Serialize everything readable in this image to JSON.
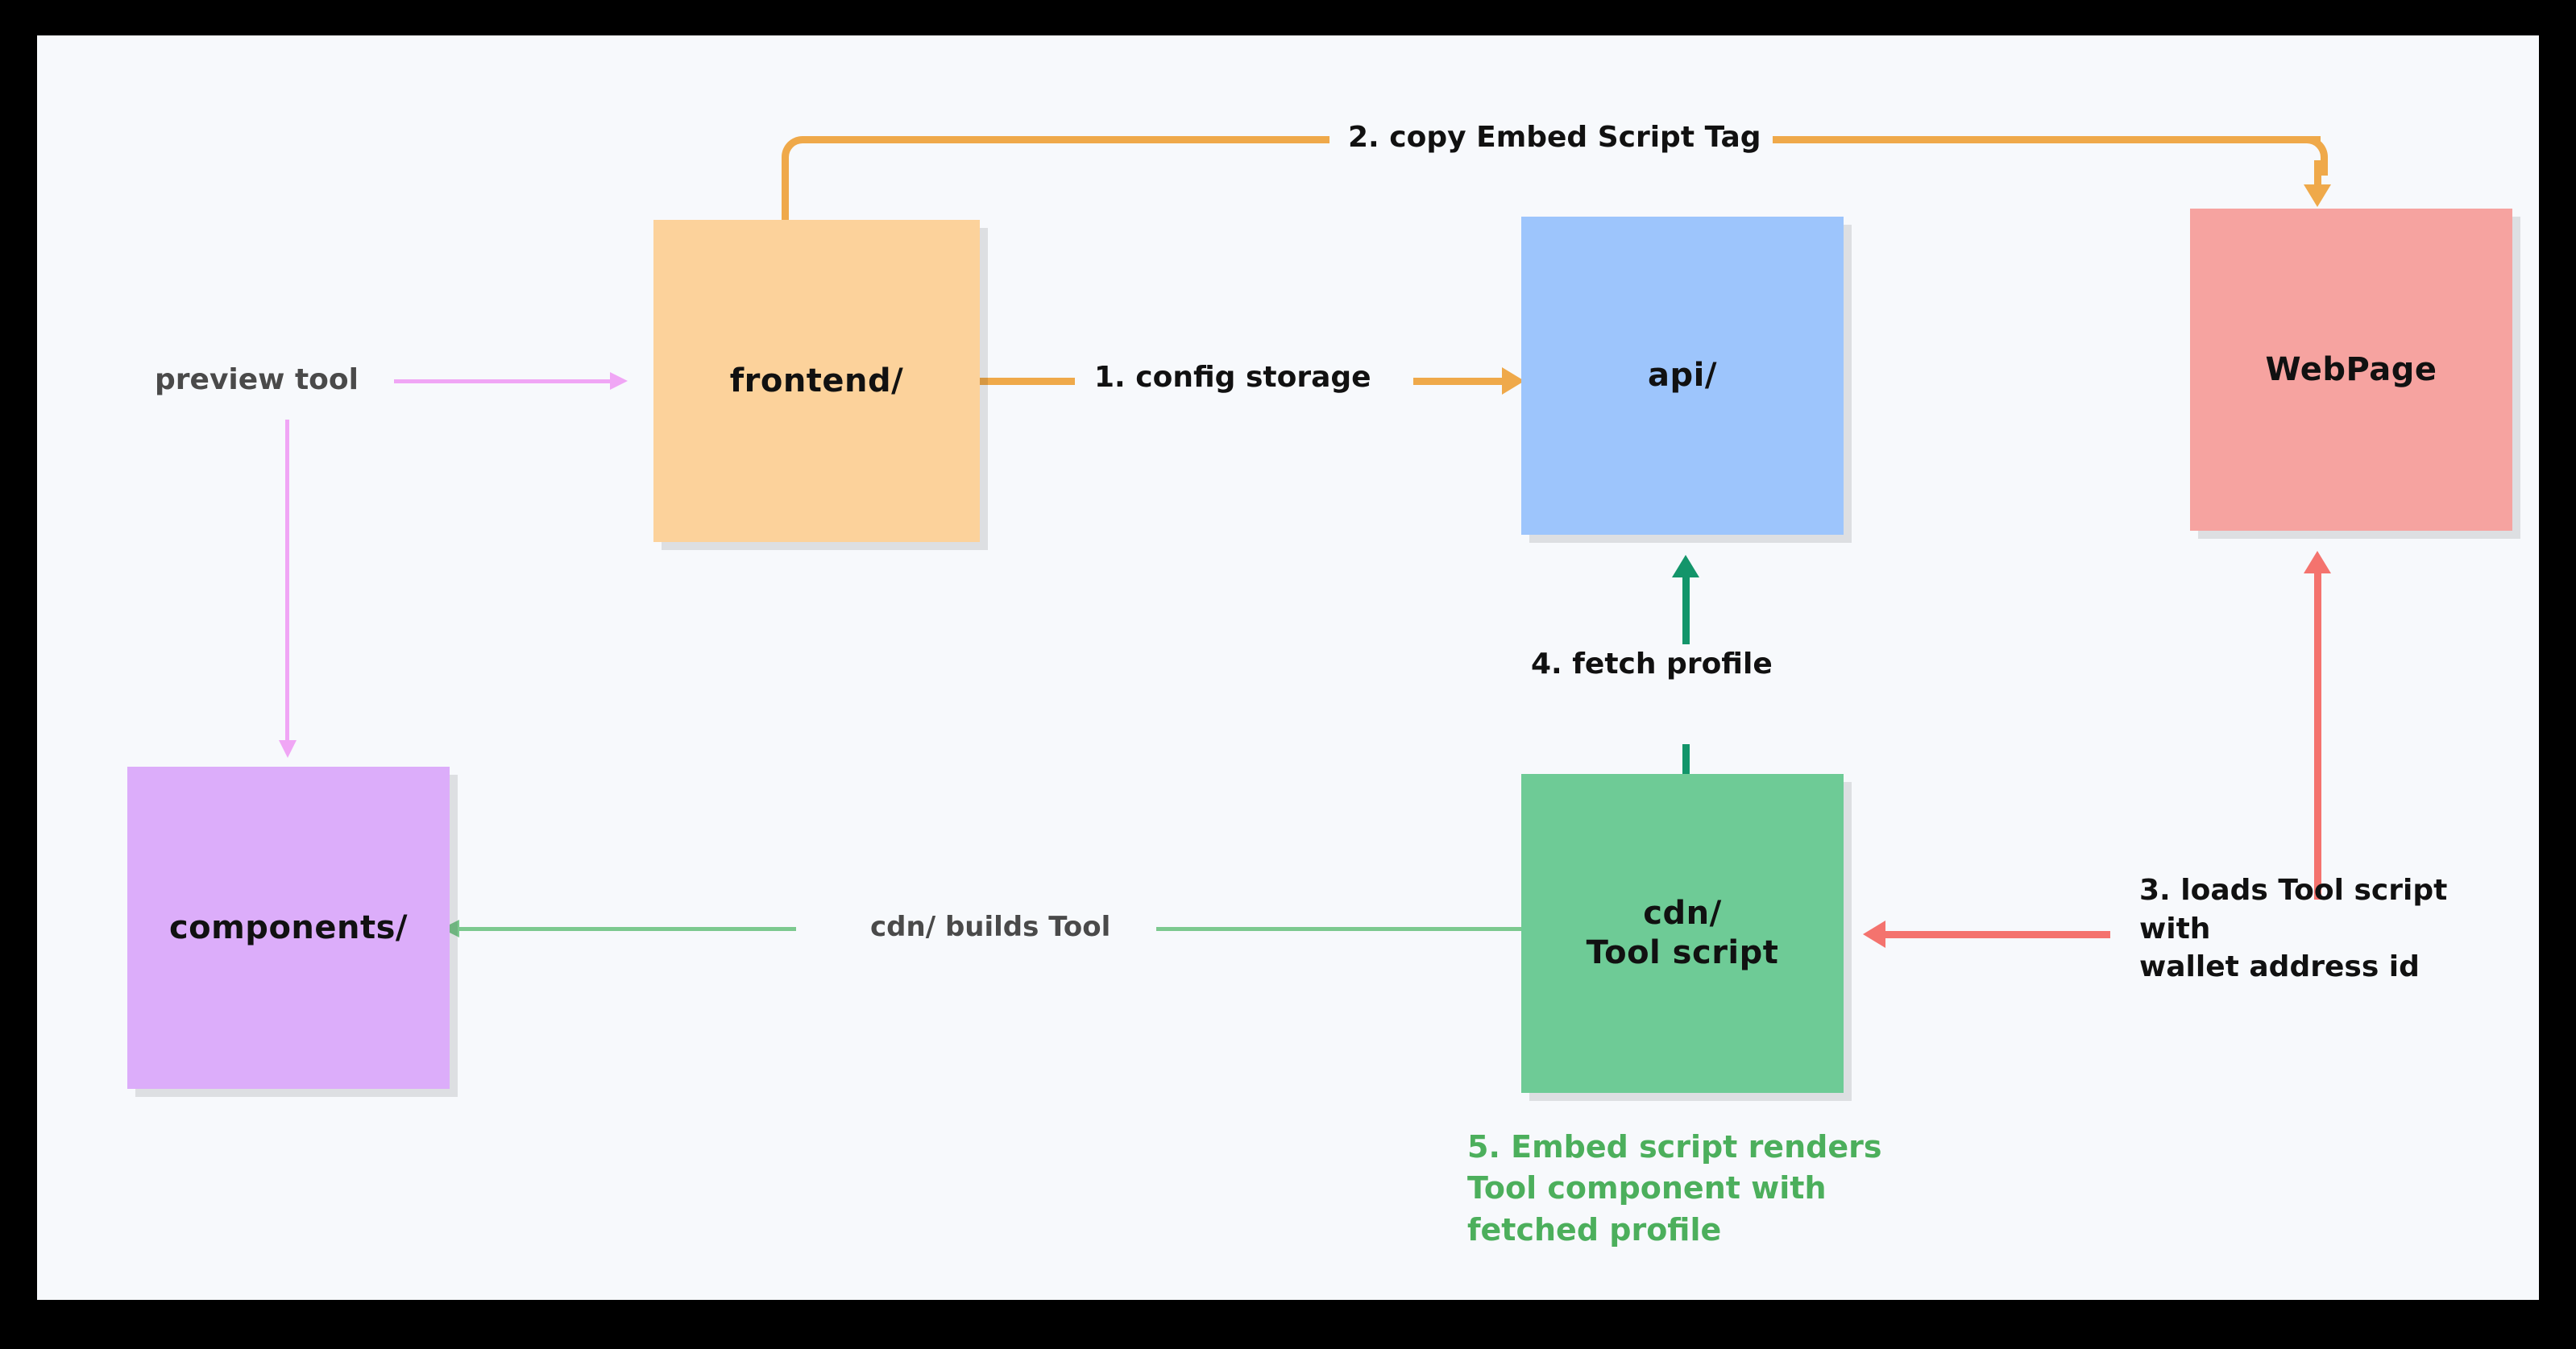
{
  "diagram": {
    "title": "Tool embed architecture flow",
    "canvas_background": "#f7f9fc",
    "frame_background": "#000000",
    "nodes": [
      {
        "id": "frontend",
        "label": "frontend/",
        "color": "#fcd29b"
      },
      {
        "id": "api",
        "label": "api/",
        "color": "#9dc5fc"
      },
      {
        "id": "webpage",
        "label": "WebPage",
        "color": "#f6a3a0"
      },
      {
        "id": "components",
        "label": "components/",
        "color": "#dcadfa"
      },
      {
        "id": "cdn_line1",
        "label": "cdn/",
        "color": "#6ecb96"
      },
      {
        "id": "cdn_line2",
        "label": "Tool script",
        "color": "#6ecb96"
      }
    ],
    "edges": [
      {
        "id": "preview",
        "label": "preview tool",
        "color": "#f0a6f5"
      },
      {
        "id": "config",
        "label": "1. config storage",
        "color": "#efa94a"
      },
      {
        "id": "copy_embed",
        "label": "2. copy Embed Script Tag",
        "color": "#efa94a"
      },
      {
        "id": "loads_script",
        "label": "3. loads Tool script\nwith\nwallet address id",
        "color": "#f4736e"
      },
      {
        "id": "fetch",
        "label": "4. fetch profile",
        "color": "#13956a"
      },
      {
        "id": "builds",
        "label": "cdn/ builds Tool",
        "color": "#7cc98f"
      }
    ],
    "notes": [
      {
        "id": "renders",
        "label": "5. Embed script renders\nTool component with\nfetched profile",
        "color": "#4caf5c"
      }
    ]
  }
}
